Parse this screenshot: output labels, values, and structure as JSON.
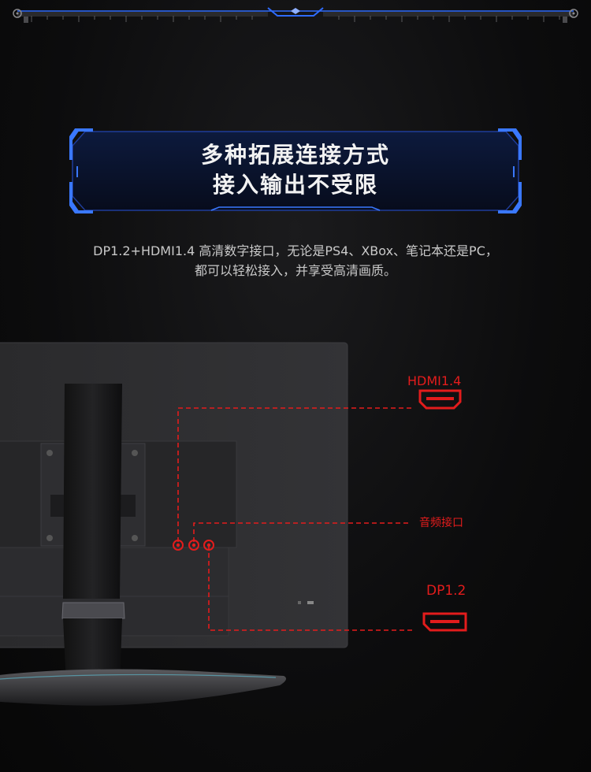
{
  "title": {
    "line1": "多种拓展连接方式",
    "line2": "接入输出不受限"
  },
  "description": {
    "line1": "DP1.2+HDMI1.4 高清数字接口，无论是PS4、XBox、笔记本还是PC，",
    "line2": "都可以轻松接入，并享受高清画质。"
  },
  "ports": {
    "hdmi_label": "HDMI1.4",
    "audio_label": "音频接口",
    "dp_label": "DP1.2"
  },
  "colors": {
    "accent_blue": "#2f6cff",
    "port_red": "#e31c1c",
    "background": "#0b0b0c"
  }
}
